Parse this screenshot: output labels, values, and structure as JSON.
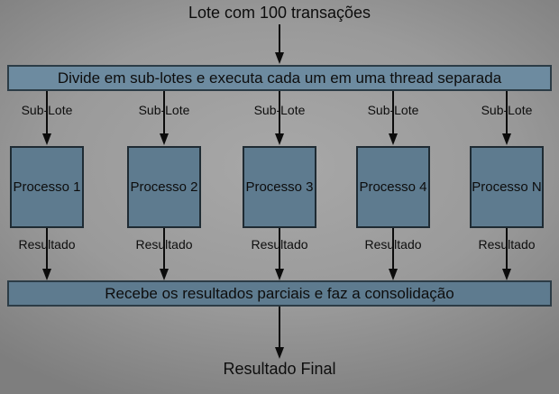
{
  "diagram": {
    "title": "Lote com 100 transações",
    "divide_box_label": "Divide em sub-lotes e executa cada um em uma thread separada",
    "consolidate_box_label": "Recebe os resultados parciais e faz a consolidação",
    "final_label": "Resultado Final",
    "processes": [
      {
        "input_label": "Sub-Lote",
        "name": "Processo 1",
        "output_label": "Resultado"
      },
      {
        "input_label": "Sub-Lote",
        "name": "Processo 2",
        "output_label": "Resultado"
      },
      {
        "input_label": "Sub-Lote",
        "name": "Processo 3",
        "output_label": "Resultado"
      },
      {
        "input_label": "Sub-Lote",
        "name": "Processo 4",
        "output_label": "Resultado"
      },
      {
        "input_label": "Sub-Lote",
        "name": "Processo N",
        "output_label": "Resultado"
      }
    ],
    "colors": {
      "bg_center": "#a8a8a8",
      "bg_mid": "#9a9a9a",
      "bg_edge": "#7e7e7e",
      "box_fill": "#5e7b8f",
      "box_fill_light": "#6d8ba0",
      "box_border": "#2c3c46",
      "pbox_border": "#1f2b33",
      "line": "#0c0c0c",
      "text": "#0d0d0d"
    }
  }
}
